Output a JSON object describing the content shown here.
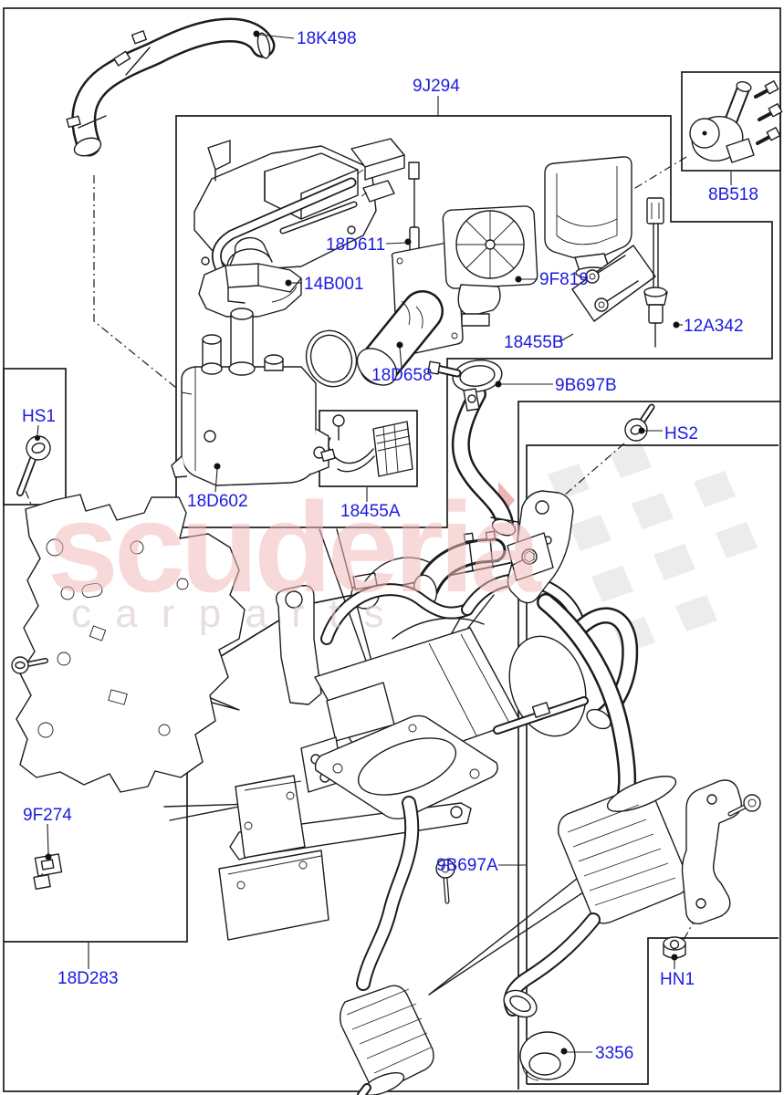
{
  "page": {
    "background": "#ffffff",
    "line_color": "#1c1c1c",
    "label_color": "#1b1be0"
  },
  "watermark": {
    "brand": "scuderia",
    "tagline": "c a r   p a r t s",
    "brand_color": "#f0baba",
    "tagline_color": "#d8caca",
    "flag_color": "#d9d9d9",
    "accent_color": "#e8a2a2"
  },
  "labels": [
    {
      "code": "18K498"
    },
    {
      "code": "9J294"
    },
    {
      "code": "8B518"
    },
    {
      "code": "18D611"
    },
    {
      "code": "14B001"
    },
    {
      "code": "9F819"
    },
    {
      "code": "18455B"
    },
    {
      "code": "12A342"
    },
    {
      "code": "18D658"
    },
    {
      "code": "9B697B"
    },
    {
      "code": "HS1"
    },
    {
      "code": "HS2"
    },
    {
      "code": "18D602"
    },
    {
      "code": "18455A"
    },
    {
      "code": "9F274"
    },
    {
      "code": "9B697A"
    },
    {
      "code": "18D283"
    },
    {
      "code": "HN1"
    },
    {
      "code": "3356"
    }
  ]
}
